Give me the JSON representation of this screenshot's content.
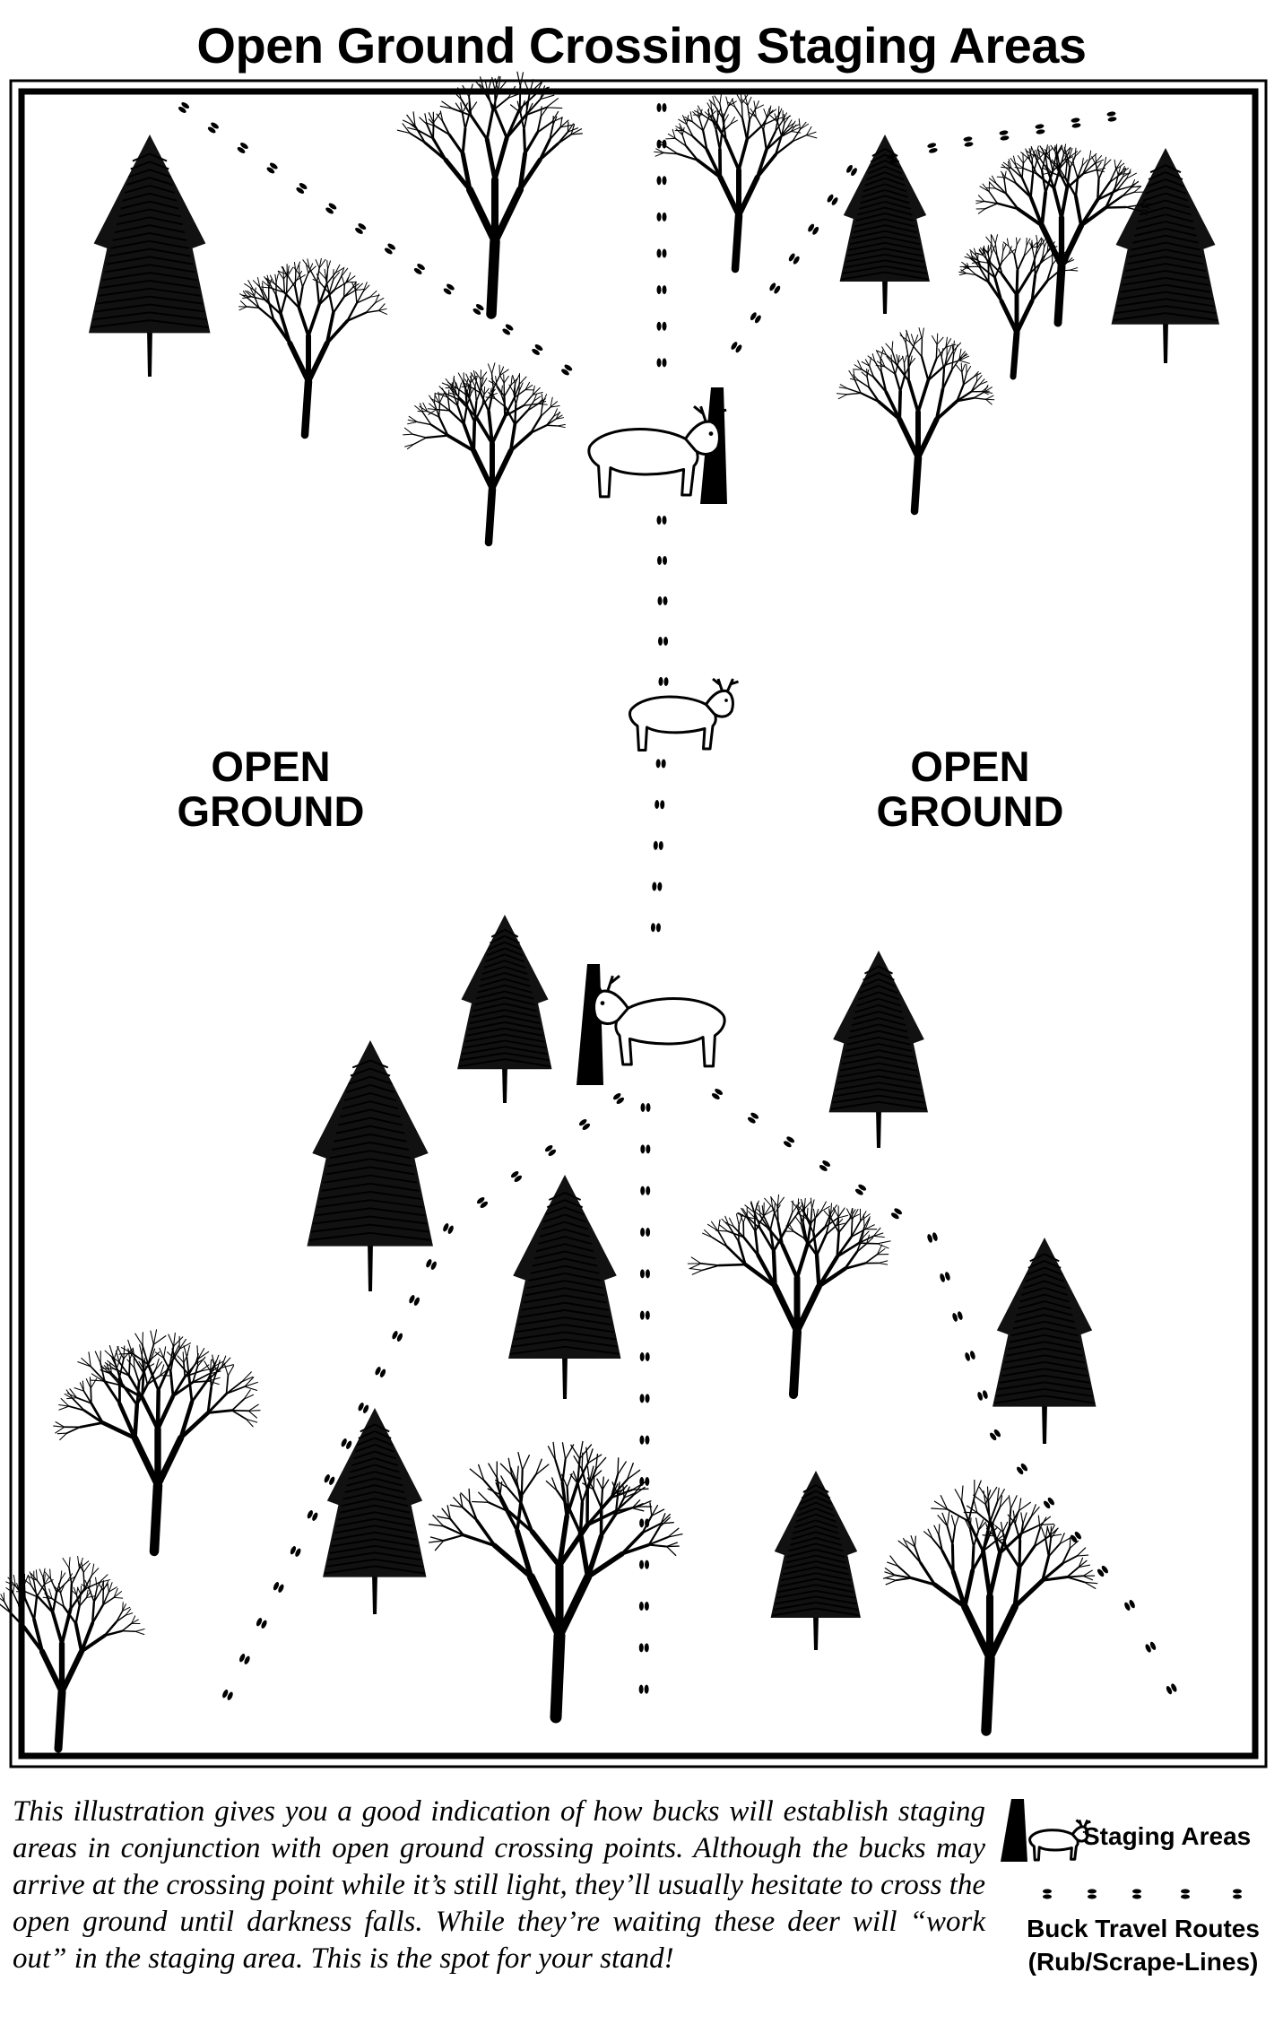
{
  "title": "Open Ground Crossing Staging Areas",
  "open_ground_left": [
    "OPEN",
    "GROUND"
  ],
  "open_ground_right": [
    "OPEN",
    "GROUND"
  ],
  "caption": "This illustration gives you a good indication of how bucks will establish staging areas in conjunction with open ground crossing points. Although the bucks may arrive at the crossing point while it’s still light, they’ll usually hesitate to cross the open ground until darkness falls. While they’re waiting these deer will “work out” in the staging area. This is the spot for your stand!",
  "legend": {
    "staging_label": "Staging Areas",
    "routes_label": "Buck Travel Routes",
    "routes_sub_label": "(Rub/Scrape-Lines)"
  }
}
